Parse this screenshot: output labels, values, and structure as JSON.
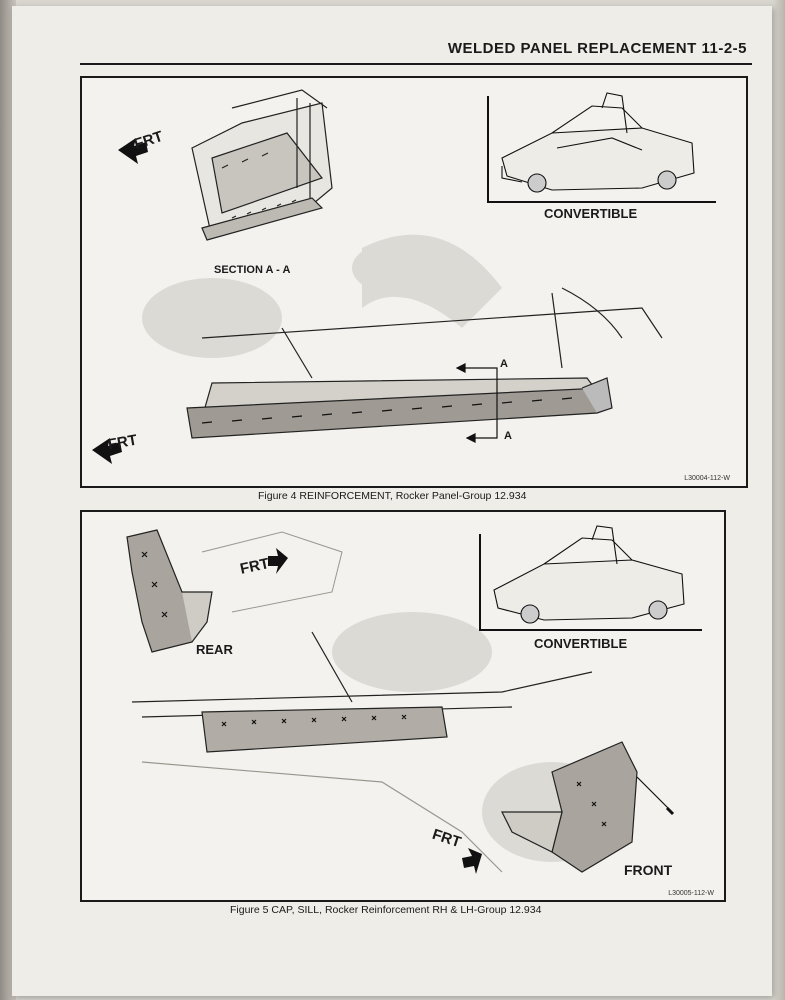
{
  "header": {
    "title": "WELDED PANEL REPLACEMENT 11-2-5"
  },
  "figure4": {
    "label_frt_top": "FRT",
    "label_frt_bottom": "FRT",
    "section": "SECTION A - A",
    "convertible": "CONVERTIBLE",
    "arrow_a_top": "A",
    "arrow_a_bottom": "A",
    "code": "L30004-112-W",
    "caption": "Figure 4   REINFORCEMENT, Rocker Panel-Group 12.934"
  },
  "figure5": {
    "label_frt_top": "FRT",
    "label_frt_bottom": "FRT",
    "rear": "REAR",
    "front": "FRONT",
    "convertible": "CONVERTIBLE",
    "code": "L30005-112-W",
    "caption": "Figure 5   CAP, SILL, Rocker Reinforcement RH & LH-Group 12.934"
  }
}
